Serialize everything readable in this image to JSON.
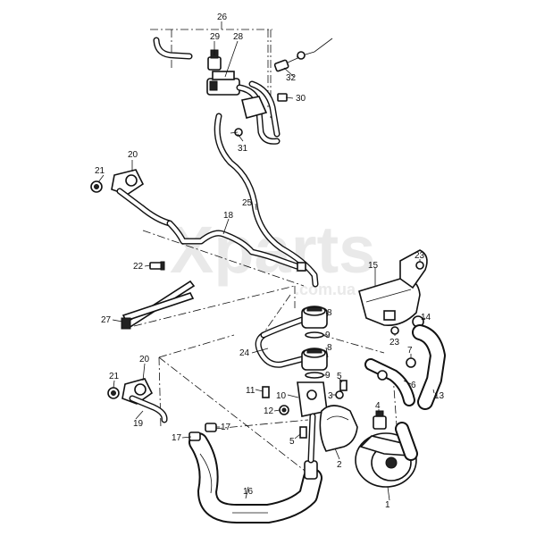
{
  "watermark": {
    "line1": "Xparts",
    "line2": ".com.ua"
  },
  "callouts": {
    "c1": "1",
    "c2": "2",
    "c3": "3",
    "c4": "4",
    "c5a": "5",
    "c5b": "5",
    "c6": "6",
    "c7": "7",
    "c8a": "8",
    "c8b": "8",
    "c9a": "9",
    "c9b": "9",
    "c10": "10",
    "c11": "11",
    "c12": "12",
    "c13": "13",
    "c14": "14",
    "c15": "15",
    "c16": "16",
    "c17a": "17",
    "c17b": "17",
    "c18": "18",
    "c19": "19",
    "c20a": "20",
    "c20b": "20",
    "c21a": "21",
    "c21b": "21",
    "c22": "22",
    "c23a": "23",
    "c23b": "23",
    "c24": "24",
    "c25": "25",
    "c26": "26",
    "c27": "27",
    "c28": "28",
    "c29": "29",
    "c30": "30",
    "c31": "31",
    "c32": "32"
  }
}
